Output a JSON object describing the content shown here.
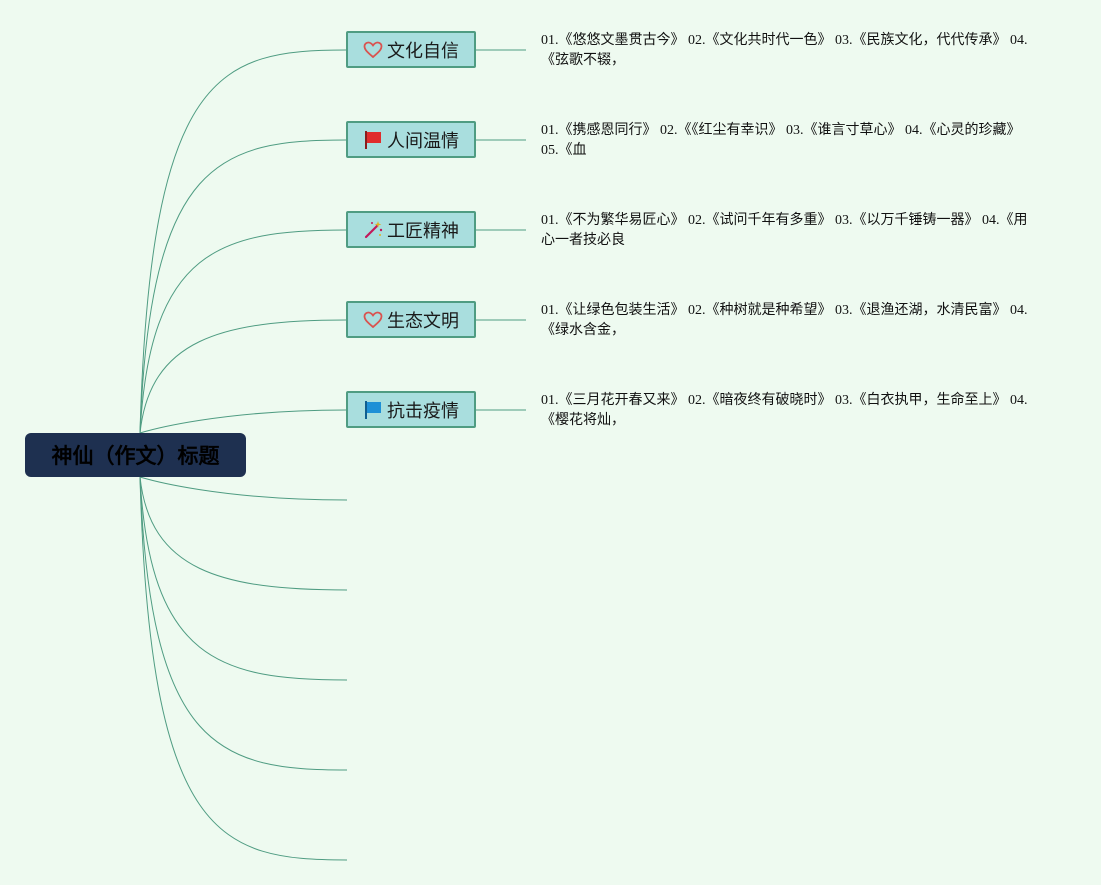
{
  "root": {
    "label": "神仙（作文）标题"
  },
  "topics": [
    {
      "label": "文化自信",
      "icon": "heart-outline-icon",
      "icon_color": "#d9534f",
      "text": "01.《悠悠文墨贯古今》 02.《文化共时代一色》 03.《民族文化，代代传承》 04.《弦歌不辍，"
    },
    {
      "label": "人间温情",
      "icon": "red-flag-icon",
      "icon_color": "#e02c2c",
      "text": "01.《携感恩同行》 02.《《红尘有幸识》 03.《谁言寸草心》 04.《心灵的珍藏》 05.《血"
    },
    {
      "label": "工匠精神",
      "icon": "magic-wand-icon",
      "icon_color": "#c2185b",
      "text": "01.《不为繁华易匠心》 02.《试问千年有多重》 03.《以万千锤铸一器》 04.《用心一者技必良"
    },
    {
      "label": "生态文明",
      "icon": "heart-outline-icon",
      "icon_color": "#d9534f",
      "text": "01.《让绿色包装生活》 02.《种树就是种希望》 03.《退渔还湖，水清民富》 04.《绿水含金，"
    },
    {
      "label": "抗击疫情",
      "icon": "blue-flag-icon",
      "icon_color": "#1e90d6",
      "text": "01.《三月花开春又来》 02.《暗夜终有破晓时》 03.《白衣执甲，生命至上》 04.《樱花将灿，"
    }
  ],
  "colors": {
    "background": "#eefaf0",
    "root_fill": "#1e3050",
    "topic_fill": "#a9dede",
    "topic_border": "#4f9c82",
    "connector": "#4f9c82"
  }
}
